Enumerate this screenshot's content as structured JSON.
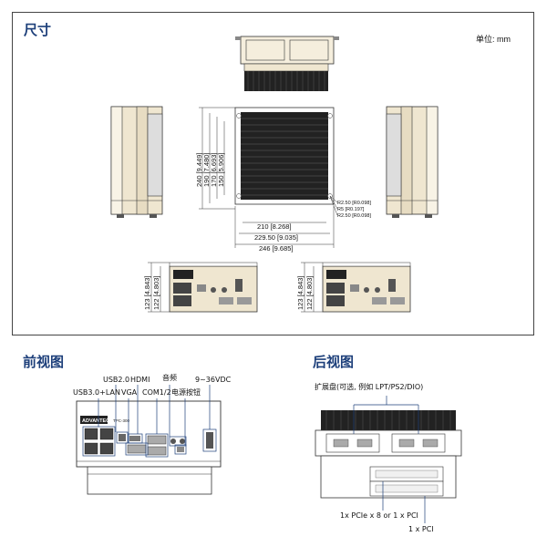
{
  "dimensions_section": {
    "title": "尺寸",
    "unit": "单位: mm",
    "dims": {
      "h240": "240 [9.449]",
      "h190": "190 [7.480]",
      "h170": "170 [6.693]",
      "h150": "150 [5.906]",
      "w210": "210 [8.268]",
      "w229": "229.50 [9.035]",
      "w246": "246 [9.685]",
      "r1": "R2.50 [R0.098]",
      "r2": "R5 [R0.197]",
      "r3": "R2.50 [R0.098]",
      "hL123": "123 [4.843]",
      "hL122": "122 [4.803]",
      "hR123": "123 [4.843]",
      "hR122": "122 [4.803]"
    }
  },
  "front_section": {
    "title": "前视图",
    "labels": {
      "usb20": "USB2.0",
      "hdmi": "HDMI",
      "audio": "音频",
      "power_in": "9~36VDC",
      "usb30_lan": "USB3.0+LAN",
      "vga": "VGA",
      "com": "COM1/2",
      "power_btn": "电源按钮"
    },
    "device_brand": "ADVANTECH",
    "device_model": "TPC-300"
  },
  "rear_section": {
    "title": "后视图",
    "labels": {
      "expansion": "扩展盘(可选, 例如 LPT/PS2/DIO)",
      "pcie": "1x PCIe x 8 or 1 x PCI",
      "pci": "1 x PCI"
    }
  },
  "colors": {
    "title_blue": "#1d3f7a",
    "frame": "#333333",
    "callout_blue": "#1d3f7a",
    "chassis_tan": "#efe6d0"
  }
}
